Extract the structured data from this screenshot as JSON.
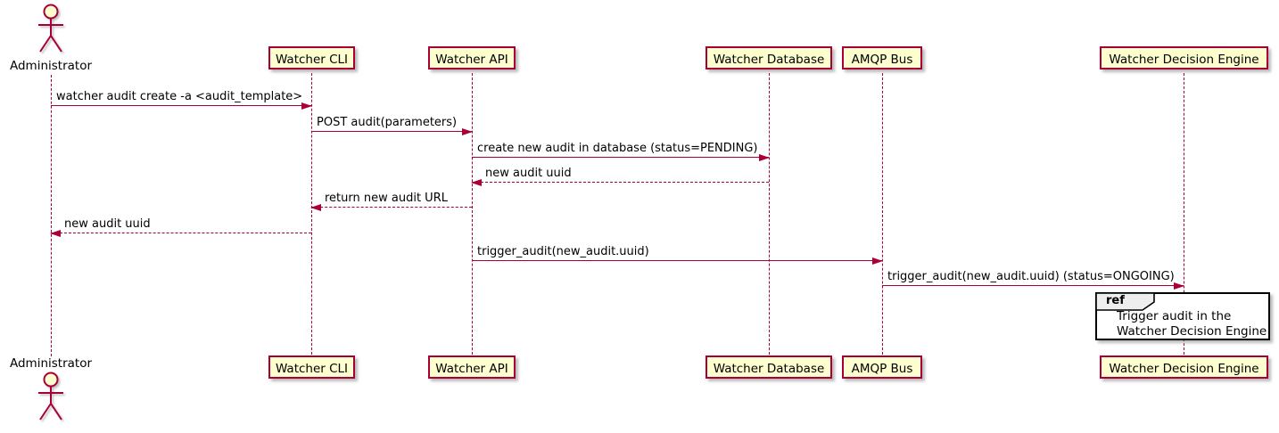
{
  "diagram": {
    "type": "sequence",
    "colors": {
      "background": "#FFFFFF",
      "line": "#A80036",
      "text": "#000000",
      "participant_fill": "#FEFECE",
      "participant_border": "#A80036",
      "ref_fill": "#FFFFFF",
      "ref_border": "#000000",
      "ref_tab_fill": "#EEEEEE"
    },
    "actor": {
      "name": "Administrator"
    },
    "participants": [
      {
        "label": "Watcher CLI"
      },
      {
        "label": "Watcher API"
      },
      {
        "label": "Watcher Database"
      },
      {
        "label": "AMQP Bus"
      },
      {
        "label": "Watcher Decision Engine"
      }
    ],
    "messages": [
      {
        "label": "watcher audit create -a <audit_template>",
        "from": "Administrator",
        "to": "Watcher CLI",
        "line": "solid",
        "direction": "right"
      },
      {
        "label": "POST audit(parameters)",
        "from": "Watcher CLI",
        "to": "Watcher API",
        "line": "solid",
        "direction": "right"
      },
      {
        "label": "create new audit in database (status=PENDING)",
        "from": "Watcher API",
        "to": "Watcher Database",
        "line": "solid",
        "direction": "right"
      },
      {
        "label": "new audit uuid",
        "from": "Watcher Database",
        "to": "Watcher API",
        "line": "dashed",
        "direction": "left"
      },
      {
        "label": "return new audit URL",
        "from": "Watcher API",
        "to": "Watcher CLI",
        "line": "dashed",
        "direction": "left"
      },
      {
        "label": "new audit uuid",
        "from": "Watcher CLI",
        "to": "Administrator",
        "line": "dashed",
        "direction": "left"
      },
      {
        "label": "trigger_audit(new_audit.uuid)",
        "from": "Watcher API",
        "to": "AMQP Bus",
        "line": "solid",
        "direction": "right"
      },
      {
        "label": "trigger_audit(new_audit.uuid) (status=ONGOING)",
        "from": "AMQP Bus",
        "to": "Watcher Decision Engine",
        "line": "solid",
        "direction": "right"
      }
    ],
    "ref": {
      "keyword": "ref",
      "lines": [
        "Trigger audit in the",
        "Watcher Decision Engine"
      ],
      "over": "Watcher Decision Engine"
    }
  }
}
